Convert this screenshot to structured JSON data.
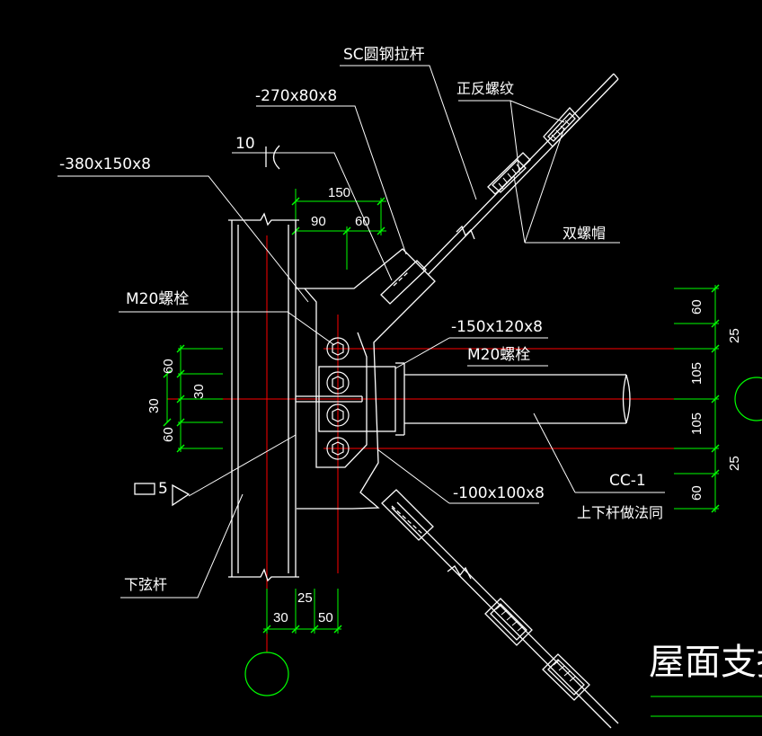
{
  "labels": {
    "sc_rod": "SC圆钢拉杆",
    "plate_270": "-270x80x8",
    "turnbuckle": "正反螺纹",
    "plate_380": "-380x150x8",
    "weld_size": "10",
    "double_nut": "双螺帽",
    "bolt_m20_left": "M20螺栓",
    "plate_150x120": "-150x120x8",
    "bolt_m20_right": "M20螺栓",
    "weld_tag": "5",
    "plate_100": "-100x100x8",
    "cc1": "CC-1",
    "upper_lower": "上下杆做法同",
    "lower_chord": "下弦杆",
    "title": "屋面支撑"
  },
  "dims": {
    "top_150": "150",
    "top_90": "90",
    "top_60": "60",
    "left_60a": "60",
    "left_30a": "30",
    "left_30b": "30",
    "left_60b": "60",
    "bot_30": "30",
    "bot_25": "25",
    "bot_50": "50",
    "right_60a": "60",
    "right_25a": "25",
    "right_105a": "105",
    "right_105b": "105",
    "right_25b": "25",
    "right_60b": "60"
  },
  "colors": {
    "background": "#000000",
    "linework": "#ffffff",
    "centerline": "#ff0000",
    "dimension": "#00ff00",
    "text": "#ffffff"
  }
}
